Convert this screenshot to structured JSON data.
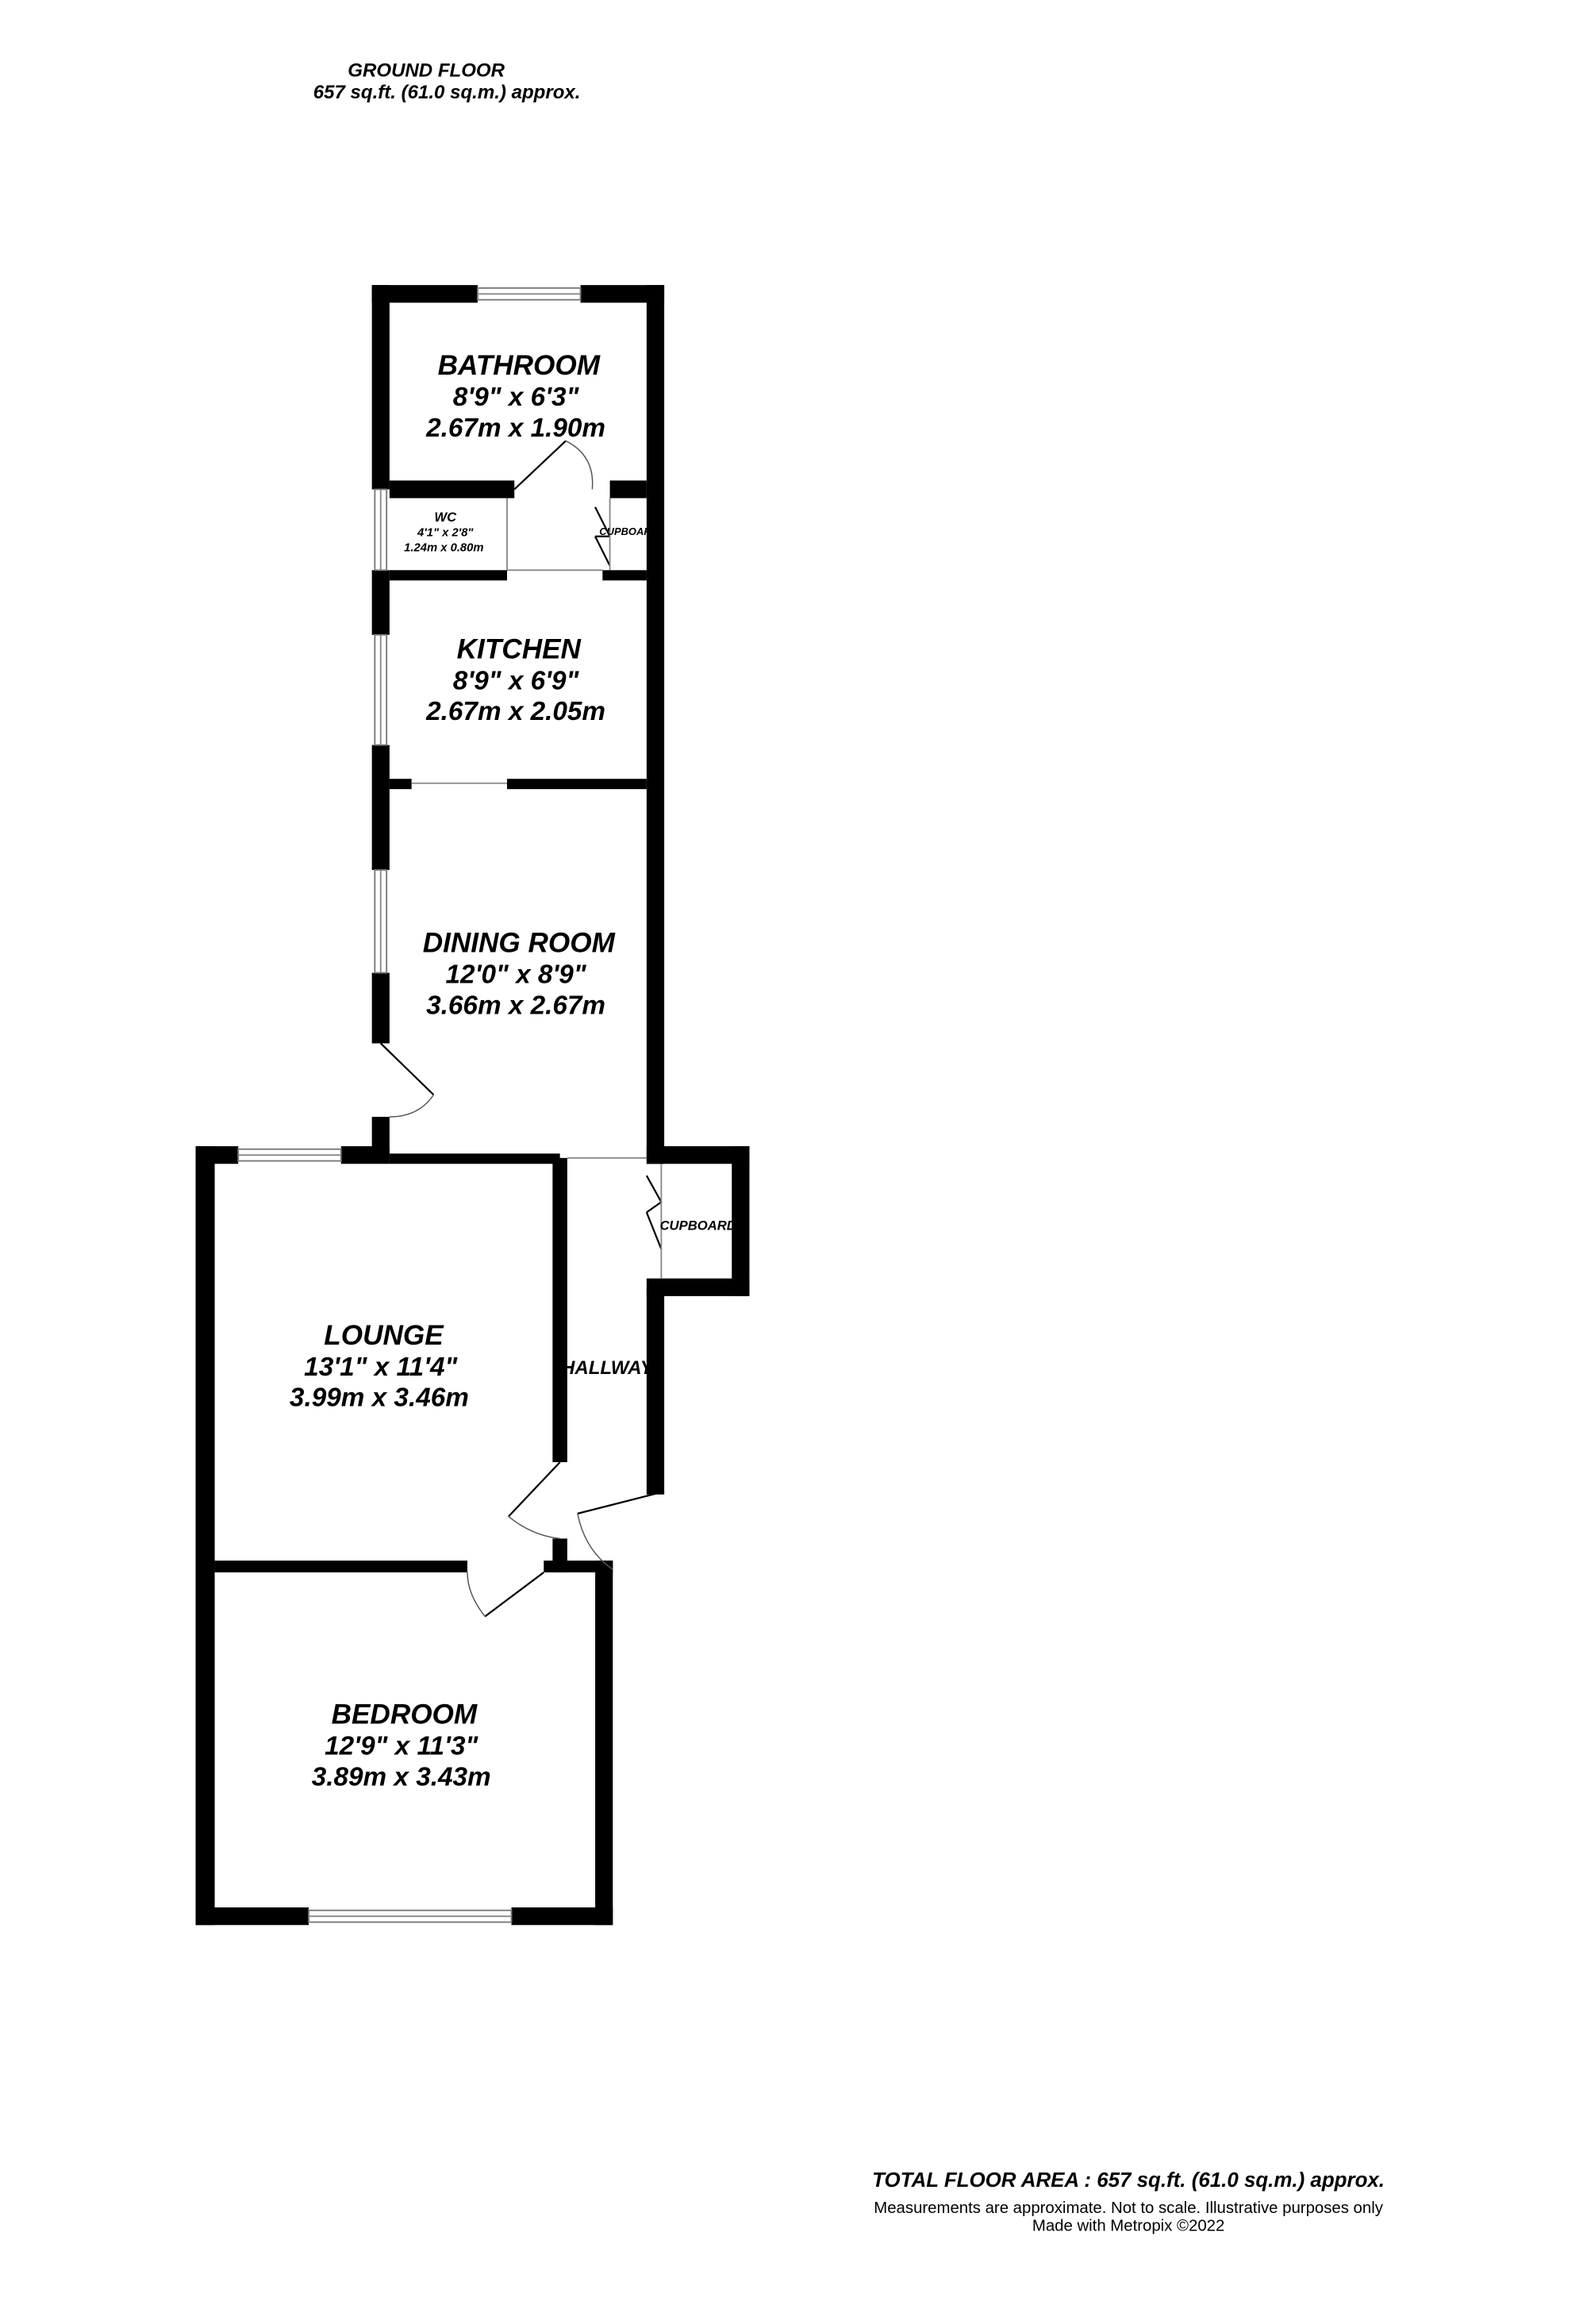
{
  "header": {
    "floor": "GROUND FLOOR",
    "area": "657 sq.ft. (61.0 sq.m.) approx."
  },
  "rooms": {
    "bathroom": {
      "name": "BATHROOM",
      "imperial": "8'9\"  x 6'3\"",
      "metric": "2.67m  x 1.90m"
    },
    "wc": {
      "name": "WC",
      "imperial": "4'1\"  x 2'8\"",
      "metric": "1.24m  x 0.80m"
    },
    "cupboard_upper": {
      "name": "CUPBOARD"
    },
    "kitchen": {
      "name": "KITCHEN",
      "imperial": "8'9\"  x 6'9\"",
      "metric": "2.67m  x 2.05m"
    },
    "dining": {
      "name": "DINING ROOM",
      "imperial": "12'0\"  x 8'9\"",
      "metric": "3.66m  x 2.67m"
    },
    "cupboard_lower": {
      "name": "CUPBOARD"
    },
    "hallway": {
      "name": "HALLWAY"
    },
    "lounge": {
      "name": "LOUNGE",
      "imperial": "13'1\"  x 11'4\"",
      "metric": "3.99m  x 3.46m"
    },
    "bedroom": {
      "name": "BEDROOM",
      "imperial": "12'9\"  x 11'3\"",
      "metric": "3.89m  x 3.43m"
    }
  },
  "footer": {
    "total": "TOTAL FLOOR AREA : 657 sq.ft. (61.0 sq.m.) approx.",
    "disclaimer": "Measurements are approximate.  Not to scale.  Illustrative purposes only",
    "credit": "Made with Metropix ©2022"
  }
}
